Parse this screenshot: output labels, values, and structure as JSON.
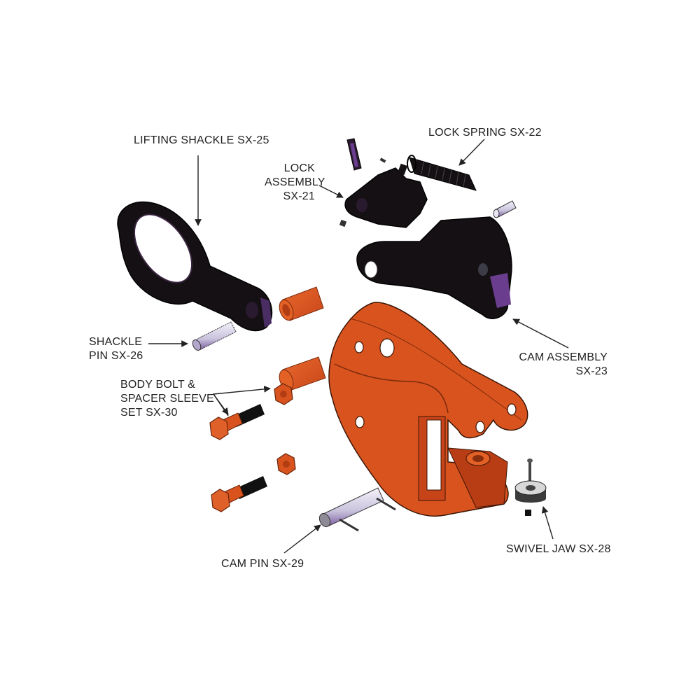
{
  "diagram": {
    "type": "exploded-parts-view",
    "colors": {
      "body_orange": "#d9531e",
      "body_orange_light": "#e8682c",
      "black_part": "#151013",
      "purple_highlight": "#6b3d8f",
      "pin_silver": "#c9c4d8",
      "line": "#222222",
      "background": "#ffffff"
    },
    "labels": {
      "lifting_shackle": {
        "lines": [
          "LIFTING SHACKLE SX-25"
        ]
      },
      "lock_assembly": {
        "lines": [
          "LOCK",
          "ASSEMBLY",
          "SX-21"
        ]
      },
      "lock_spring": {
        "lines": [
          "LOCK SPRING SX-22"
        ]
      },
      "shackle_pin": {
        "lines": [
          "SHACKLE",
          "PIN SX-26"
        ]
      },
      "body_bolt": {
        "lines": [
          "BODY BOLT &",
          "SPACER SLEEVE",
          "SET SX-30"
        ]
      },
      "cam_assembly": {
        "lines": [
          "CAM ASSEMBLY",
          "SX-23"
        ]
      },
      "cam_pin": {
        "lines": [
          "CAM PIN SX-29"
        ]
      },
      "swivel_jaw": {
        "lines": [
          "SWIVEL JAW SX-28"
        ]
      }
    }
  }
}
